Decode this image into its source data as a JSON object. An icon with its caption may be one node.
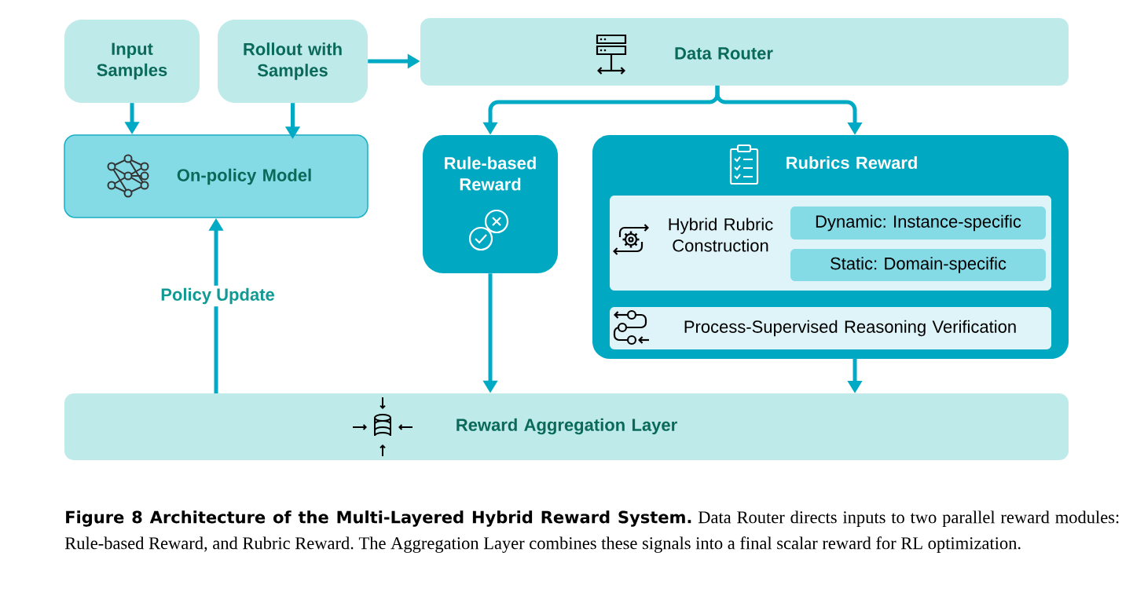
{
  "diagram": {
    "caption": "**Figure 8 Architecture of the Multi-Layered Hybrid Reward System.** Data Router directs inputs to two parallel reward modules: Rule-based Reward, and Rubric Reward. The Aggregation Layer combines these signals into a final scalar reward for RL optimization.",
    "nodes": [
      {
        "text": [
          "Input Samples"
        ]
      },
      {
        "text": [
          "Rollout with Samples"
        ]
      },
      {
        "text": [
          "Data Router"
        ]
      },
      {
        "text": [
          "On-policy Model"
        ]
      },
      {
        "text": [
          "Rule-based Reward"
        ]
      },
      {
        "text": [
          "Rubrics Reward"
        ]
      },
      {
        "text": [
          "Hybrid Rubric Construction"
        ],
        "in": 5
      },
      {
        "text": [
          "Dynamic: Instance-specific"
        ],
        "in": 6
      },
      {
        "text": [
          "Static: Domain-specific"
        ],
        "in": 6
      },
      {
        "text": [
          "Process-Supervised Reasoning Verification"
        ],
        "in": 5
      },
      {
        "text": [
          "Reward Aggregation Layer"
        ]
      }
    ],
    "edges": [
      {
        "from": 0,
        "to": 3,
        "arrow": "to"
      },
      {
        "from": 1,
        "to": 3,
        "arrow": "to"
      },
      {
        "from": 1,
        "to": 2,
        "arrow": "to"
      },
      {
        "from": 2,
        "to": 4,
        "arrow": "to"
      },
      {
        "from": 2,
        "to": 5,
        "arrow": "to"
      },
      {
        "from": 4,
        "to": 10,
        "arrow": "to"
      },
      {
        "from": 5,
        "to": 10,
        "arrow": "to"
      },
      {
        "from": 10,
        "to": 3,
        "arrow": "to",
        "label": "Policy Update"
      }
    ]
  }
}
